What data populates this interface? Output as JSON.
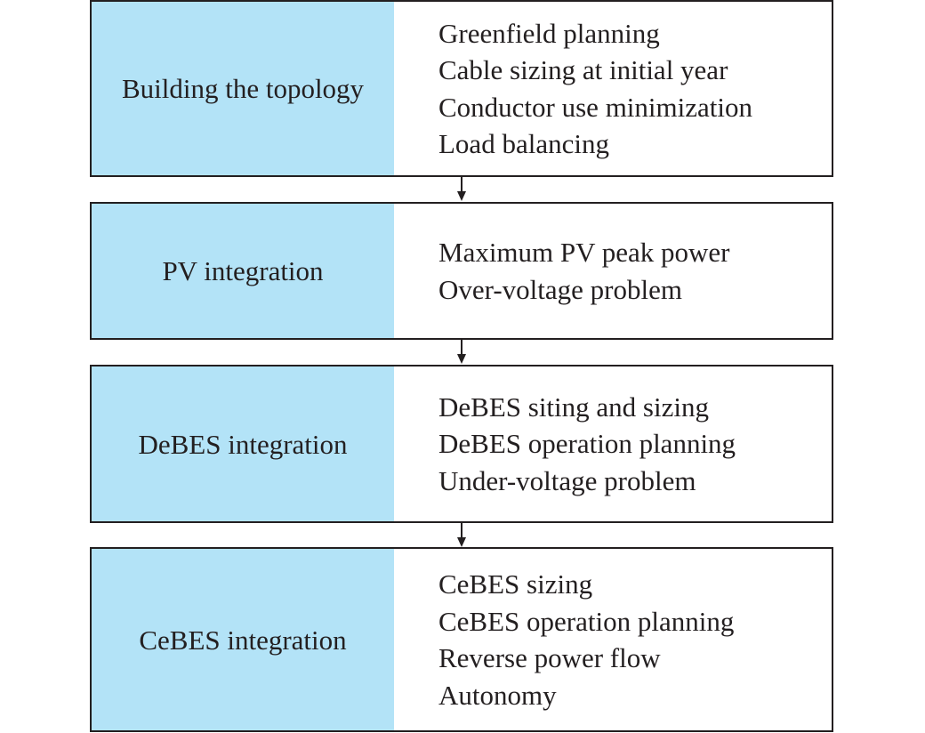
{
  "colors": {
    "label_fill": "#b3e3f7",
    "stroke": "#231f20",
    "background": "#ffffff"
  },
  "stages": [
    {
      "label": "Building the topology",
      "items": [
        "Greenfield planning",
        "Cable sizing at initial year",
        "Conductor use minimization",
        "Load balancing"
      ]
    },
    {
      "label": "PV integration",
      "items": [
        "Maximum PV peak power",
        "Over-voltage problem"
      ]
    },
    {
      "label": "DeBES integration",
      "items": [
        "DeBES siting and sizing",
        "DeBES operation planning",
        "Under-voltage problem"
      ]
    },
    {
      "label": "CeBES integration",
      "items": [
        "CeBES sizing",
        "CeBES operation planning",
        "Reverse power flow",
        "Autonomy"
      ]
    }
  ]
}
